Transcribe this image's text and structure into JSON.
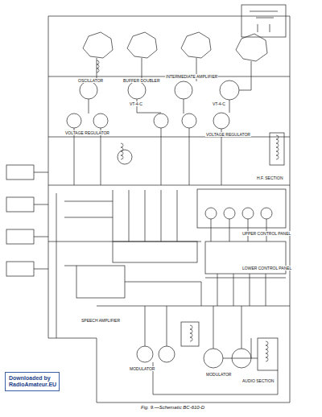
{
  "diagram": {
    "caption": "Fig. 9.—Schematic BC-610-D",
    "nodes": [
      {
        "text": [
          "Downloaded by RadioAmateur.EU"
        ]
      }
    ],
    "labels": [
      "OSCILLATOR",
      "BUFFER DOUBLER",
      "INTERMEDIATE AMPLIFIER",
      "VOLTAGE REGULATOR",
      "VOLTAGE REGULATOR",
      "H.F. SECTION",
      "UPPER CONTROL PANEL",
      "LOWER CONTROL PANEL",
      "AUDIO SECTION",
      "MODULATOR",
      "MODULATOR",
      "SPEECH AMPLIFIER",
      "VT-4-C",
      "VT-4-C"
    ]
  }
}
